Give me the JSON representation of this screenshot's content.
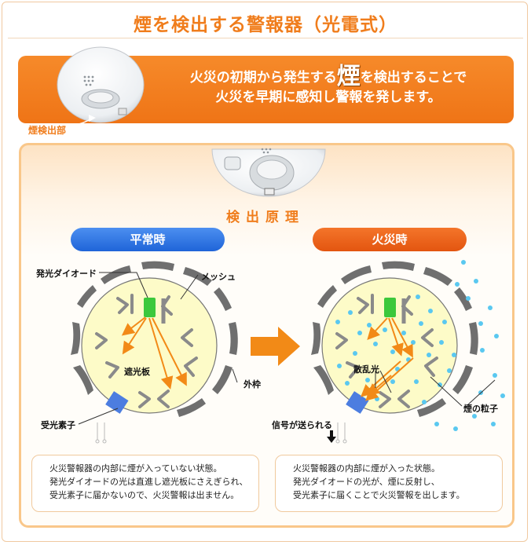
{
  "title": "煙を検出する警報器（光電式）",
  "banner": {
    "line1_before": "火災の初期から発生する",
    "line1_emphasis": "煙",
    "line1_after": "を検出することで",
    "line2": "火災を早期に感知し警報を発します。",
    "detector_label": "煙検出部"
  },
  "section_title": "検出原理",
  "normal": {
    "pill": "平常時",
    "labels": {
      "led": "発光ダイオード",
      "mesh": "メッシュ",
      "shield": "遮光板",
      "outer": "外枠",
      "receiver": "受光素子"
    },
    "description": [
      "火災警報器の内部に煙が入っていない状態。",
      "発光ダイオードの光は直進し遮光板にさえぎられ、",
      "受光素子に届かないので、火災警報は出ません。"
    ]
  },
  "fire": {
    "pill": "火災時",
    "labels": {
      "scatter": "散乱光",
      "smoke": "煙の粒子",
      "signal": "信号が送られる"
    },
    "description": [
      "火災警報器の内部に煙が入った状態。",
      "発光ダイオードの光が、煙に反射し、",
      "受光素子に届くことで火災警報を出します。"
    ]
  },
  "colors": {
    "accent": "#f07d1c",
    "normal_pill": "#2a6fe0",
    "fire_pill": "#e85b14",
    "led": "#3cc83c",
    "receiver": "#4c7de0",
    "smoke": "#5ac8f0",
    "chamber": "#fdfbc8"
  },
  "icons": [
    "smoke-detector-image",
    "arrow-right-icon",
    "down-arrow-icon"
  ]
}
